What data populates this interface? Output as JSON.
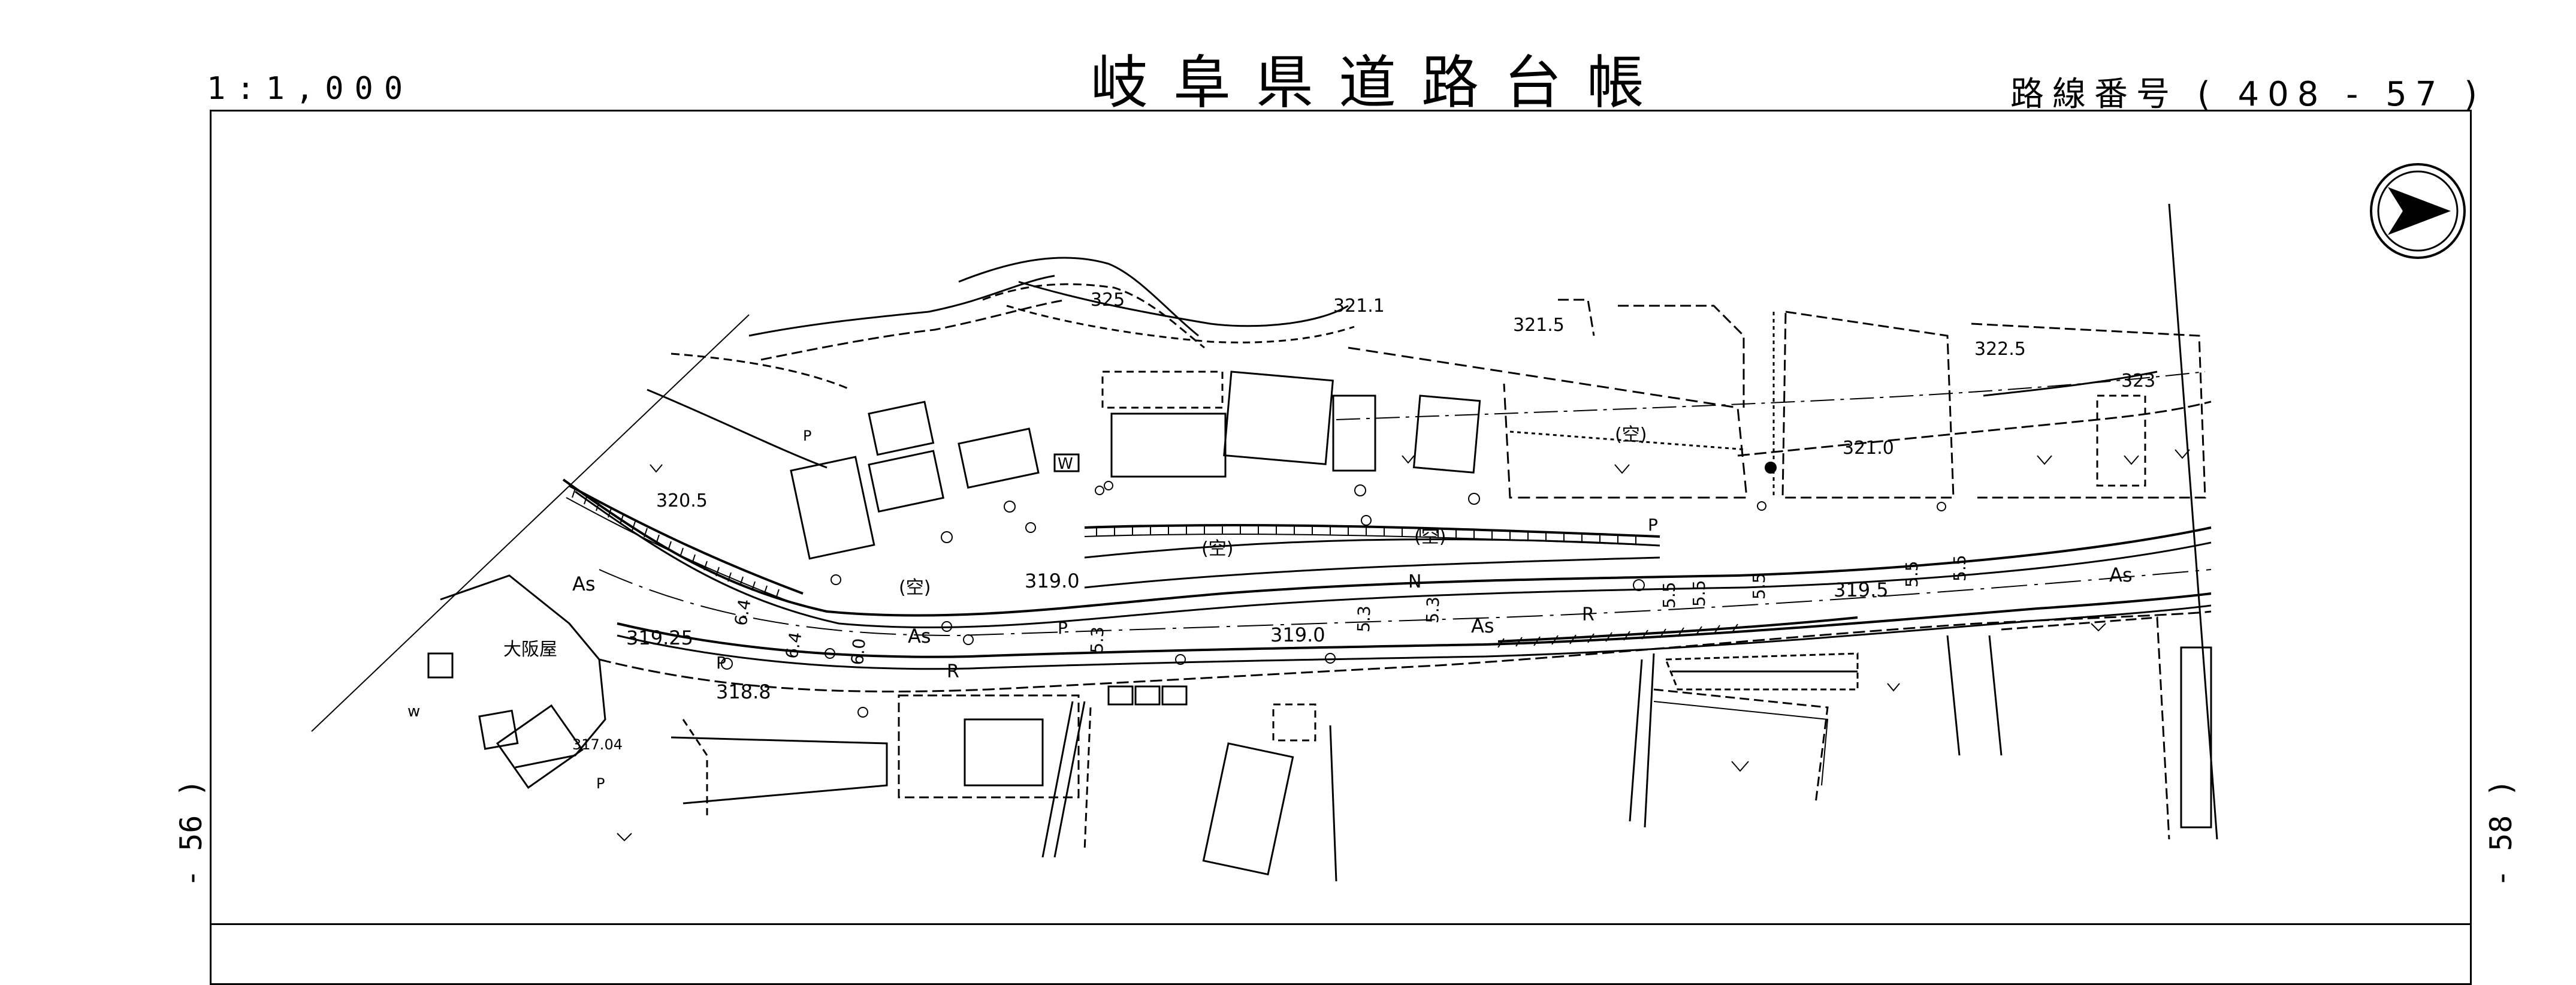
{
  "header": {
    "title": "岐阜県道路台帳",
    "scale": "1:1,000",
    "route_label": "路線番号",
    "route_number": "( 408 - 57 )"
  },
  "margins": {
    "left_sheet": "- 56 )",
    "right_sheet": "- 58 )"
  },
  "map": {
    "north_arrow": "north-arrow-icon",
    "elevations": {
      "e325": "325",
      "e3211": "321.1",
      "e3215": "321.5",
      "e3225": "322.5",
      "e323": "323",
      "e3210": "321.0",
      "e3205": "320.5",
      "e3190a": "319.0",
      "e3190b": "319.0",
      "e3195": "319.5",
      "e31925": "319.25",
      "e3188": "318.8",
      "e31704": "317.04"
    },
    "labels": {
      "osakaya": "大阪屋",
      "vacant1": "(空)",
      "vacant2": "(空)",
      "vacant3": "(空)",
      "vacant4": "(空)",
      "as1": "As",
      "as2": "As",
      "as3": "As",
      "as4": "As",
      "r1": "R",
      "r2": "R",
      "n1": "N",
      "w1": "W",
      "w2": "w",
      "p1": "P",
      "p2": "P",
      "p3": "P",
      "p4": "P",
      "p5": "P"
    },
    "widths": {
      "w64a": "6.4",
      "w64b": "6.4",
      "w60": "6.0",
      "w53a": "5.3",
      "w53b": "5.3",
      "w53c": "5.3",
      "w55a": "5.5",
      "w55b": "5.5",
      "w55c": "5.5",
      "w55d": "5.5",
      "w55e": "5.5"
    },
    "colors": {
      "line": "#000000",
      "background": "#ffffff"
    }
  }
}
